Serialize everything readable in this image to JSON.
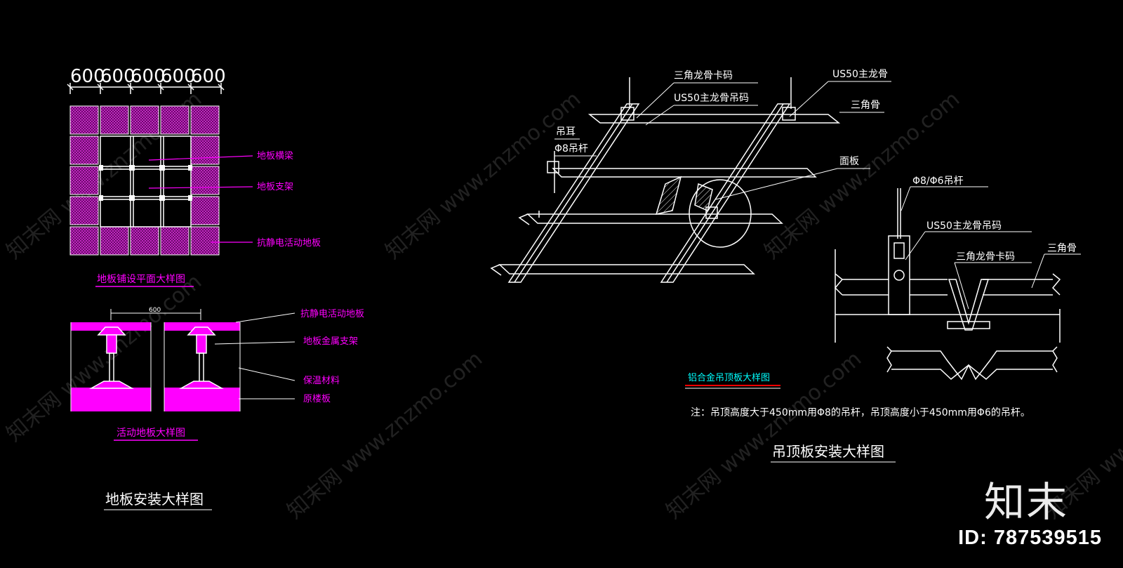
{
  "floor": {
    "dimensions": [
      "600",
      "600",
      "600",
      "600",
      "600"
    ],
    "grid_labels": [
      "地板横梁",
      "地板支架",
      "抗静电活动地板"
    ],
    "plan_title": "地板铺设平面大样图",
    "section_dim": "600",
    "section_labels": [
      "抗静电活动地板",
      "地板金属支架",
      "保温材料",
      "原楼板"
    ],
    "section_title": "活动地板大样图",
    "main_title": "地板安装大样图"
  },
  "ceiling": {
    "iso_labels": {
      "clip": "三角龙骨卡码",
      "main_keel": "US50主龙骨",
      "hanger": "US50主龙骨吊码",
      "tri_bone": "三角骨",
      "ear": "吊耳",
      "rod": "Φ8吊杆",
      "panel": "面板"
    },
    "detail_labels": {
      "rod": "Φ8/Φ6吊杆",
      "hanger": "US50主龙骨吊码",
      "clip": "三角龙骨卡码",
      "tri_bone": "三角骨"
    },
    "detail_title": "铝合金吊顶板大样图",
    "note": "注：吊顶高度大于450mm用Φ8的吊杆，吊顶高度小于450mm用Φ6的吊杆。",
    "main_title": "吊顶板安装大样图"
  },
  "watermark": {
    "logo": "知末",
    "id": "ID: 787539515",
    "repeat_text": "知末网 www.znzmo.com"
  },
  "colors": {
    "background": "#000000",
    "line": "#ffffff",
    "magenta": "#ff00ff",
    "cyan": "#00ffff",
    "red": "#ff0000"
  }
}
